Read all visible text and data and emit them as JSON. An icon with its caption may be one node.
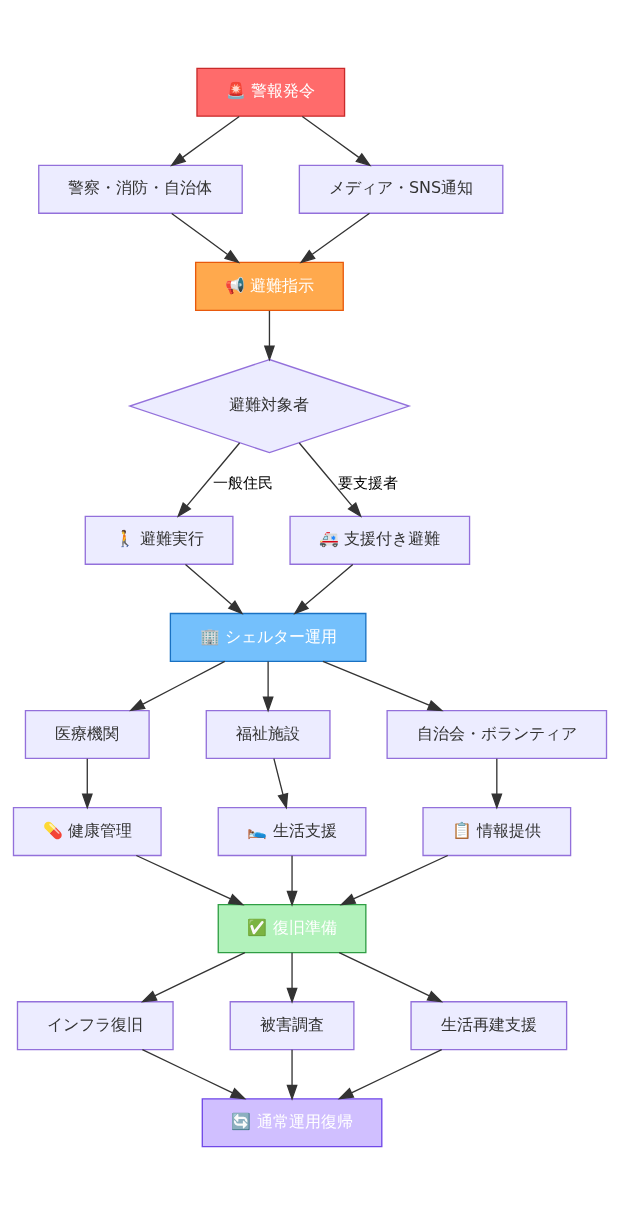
{
  "diagram": {
    "nodes": [
      {
        "text": [
          "🚨 警報発令"
        ]
      },
      {
        "text": [
          "警察・消防・自治体"
        ]
      },
      {
        "text": [
          "メディア・SNS通知"
        ]
      },
      {
        "text": [
          "📢 避難指示"
        ]
      },
      {
        "text": [
          "避難対象者"
        ]
      },
      {
        "text": [
          "🚶 避難実行"
        ]
      },
      {
        "text": [
          "🚑 支援付き避難"
        ]
      },
      {
        "text": [
          "🏢 シェルター運用"
        ]
      },
      {
        "text": [
          "医療機関"
        ]
      },
      {
        "text": [
          "福祉施設"
        ]
      },
      {
        "text": [
          "自治会・ボランティア"
        ]
      },
      {
        "text": [
          "💊 健康管理"
        ]
      },
      {
        "text": [
          "🛌 生活支援"
        ]
      },
      {
        "text": [
          "📋 情報提供"
        ]
      },
      {
        "text": [
          "✅ 復旧準備"
        ]
      },
      {
        "text": [
          "インフラ復旧"
        ]
      },
      {
        "text": [
          "被害調査"
        ]
      },
      {
        "text": [
          "生活再建支援"
        ]
      },
      {
        "text": [
          "🔄 通常運用復帰"
        ]
      }
    ],
    "edges": [
      {
        "from": 0,
        "to": 1,
        "arrow": "to"
      },
      {
        "from": 0,
        "to": 2,
        "arrow": "to"
      },
      {
        "from": 1,
        "to": 3,
        "arrow": "to"
      },
      {
        "from": 2,
        "to": 3,
        "arrow": "to"
      },
      {
        "from": 3,
        "to": 4,
        "arrow": "to"
      },
      {
        "from": 4,
        "to": 5,
        "arrow": "to",
        "label": "一般住民"
      },
      {
        "from": 4,
        "to": 6,
        "arrow": "to",
        "label": "要支援者"
      },
      {
        "from": 5,
        "to": 7,
        "arrow": "to"
      },
      {
        "from": 6,
        "to": 7,
        "arrow": "to"
      },
      {
        "from": 7,
        "to": 8,
        "arrow": "to"
      },
      {
        "from": 7,
        "to": 9,
        "arrow": "to"
      },
      {
        "from": 7,
        "to": 10,
        "arrow": "to"
      },
      {
        "from": 8,
        "to": 11,
        "arrow": "to"
      },
      {
        "from": 9,
        "to": 12,
        "arrow": "to"
      },
      {
        "from": 10,
        "to": 13,
        "arrow": "to"
      },
      {
        "from": 11,
        "to": 14,
        "arrow": "to"
      },
      {
        "from": 12,
        "to": 14,
        "arrow": "to"
      },
      {
        "from": 13,
        "to": 14,
        "arrow": "to"
      },
      {
        "from": 14,
        "to": 15,
        "arrow": "to"
      },
      {
        "from": 14,
        "to": 16,
        "arrow": "to"
      },
      {
        "from": 14,
        "to": 17,
        "arrow": "to"
      },
      {
        "from": 15,
        "to": 18,
        "arrow": "to"
      },
      {
        "from": 16,
        "to": 18,
        "arrow": "to"
      },
      {
        "from": 17,
        "to": 18,
        "arrow": "to"
      }
    ]
  }
}
